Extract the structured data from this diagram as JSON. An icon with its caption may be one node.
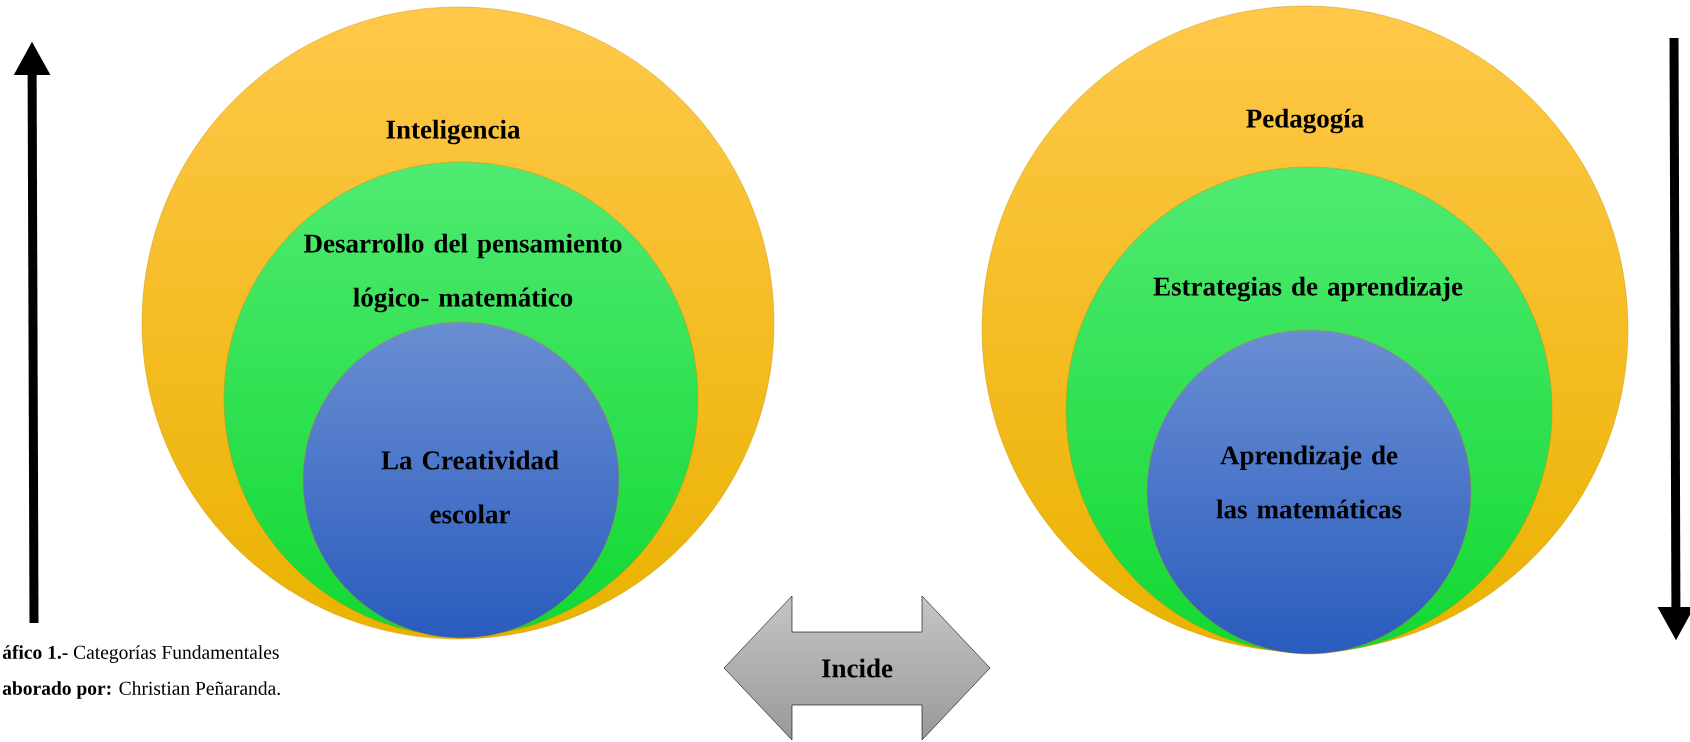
{
  "diagram": {
    "nodes": [
      {
        "text": [
          "Inteligencia"
        ]
      },
      {
        "text": [
          "Desarrollo del pensamiento lógico- matemático"
        ],
        "in": 0
      },
      {
        "text": [
          "La Creatividad escolar"
        ],
        "in": 1
      },
      {
        "text": [
          "Pedagogía"
        ]
      },
      {
        "text": [
          "Estrategias de aprendizaje"
        ],
        "in": 3
      },
      {
        "text": [
          "Aprendizaje de las matemáticas"
        ],
        "in": 4
      },
      {
        "text": [
          "Incide"
        ]
      }
    ],
    "labels": [
      "**áfico 1.-** Categorías Fundamentales",
      "**aborado por:** Christian Peñaranda."
    ]
  }
}
